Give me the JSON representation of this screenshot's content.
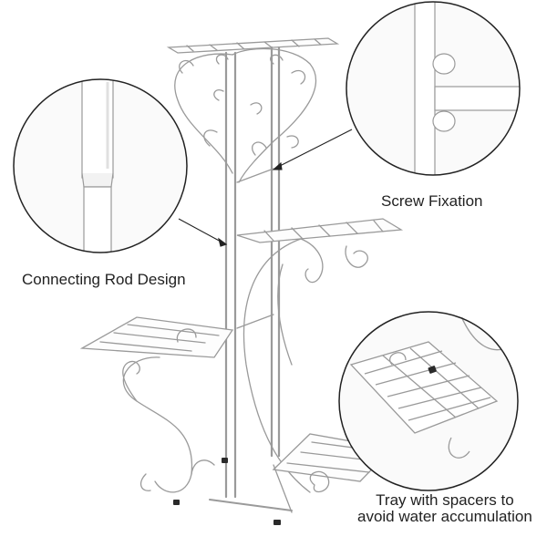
{
  "callouts": {
    "connecting_rod": "Connecting Rod Design",
    "screw_fixation": "Screw Fixation",
    "tray_line1": "Tray with spacers to",
    "tray_line2": "avoid water accumulation"
  },
  "colors": {
    "background": "#ffffff",
    "metal": "#ffffff",
    "outline": "#9a9a9a",
    "circle_border": "#222222",
    "text": "#222222",
    "feet": "#2a2a2a"
  }
}
